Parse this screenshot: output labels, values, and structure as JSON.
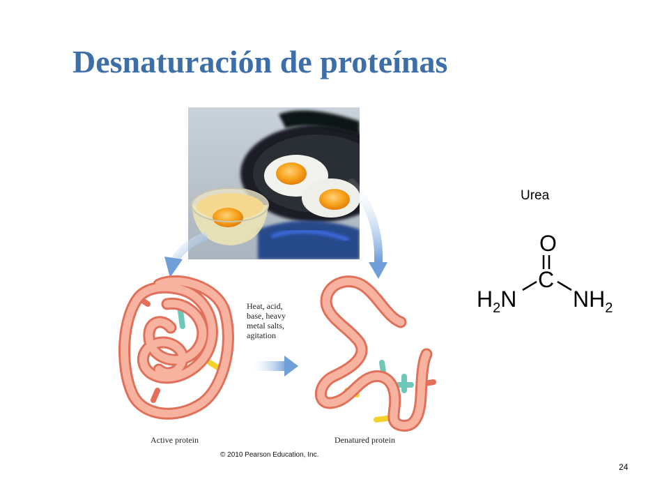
{
  "slide": {
    "title": "Desnaturación de proteínas",
    "page_number": "24"
  },
  "figure": {
    "conditions_lines": [
      "Heat, acid,",
      "base, heavy",
      "metal salts,",
      "agitation"
    ],
    "active_label": "Active protein",
    "denatured_label": "Denatured protein",
    "copyright": "© 2010 Pearson Education, Inc."
  },
  "urea": {
    "label": "Urea",
    "atom_o": "O",
    "atom_c": "C",
    "left_group": {
      "h": "H",
      "sub": "2",
      "n": "N"
    },
    "right_group": {
      "n": "NH",
      "sub": "2"
    }
  },
  "colors": {
    "title": "#3c6ea8",
    "protein_fill": "#f3a08a",
    "protein_outline": "#e0705a",
    "arrow_blue": "#6f9fd8",
    "teal_bond": "#6fc7b8",
    "yellow_bond": "#f2d22a",
    "red_bond": "#e86e5c"
  }
}
